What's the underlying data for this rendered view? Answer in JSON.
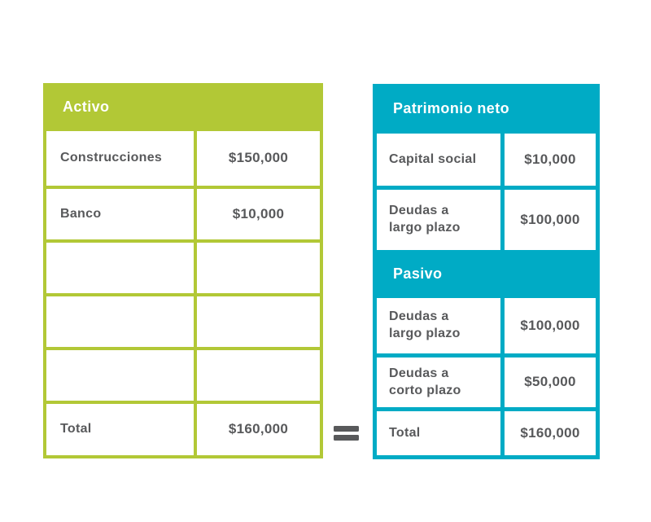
{
  "colors": {
    "green": "#b2c836",
    "blue": "#00abc5",
    "text_gray": "#58595b",
    "header_text": "#ffffff",
    "background": "#ffffff"
  },
  "activo_table": {
    "header": "Activo",
    "rows": [
      {
        "label": "Construcciones",
        "value": "$150,000"
      },
      {
        "label": "Banco",
        "value": "$10,000"
      },
      {
        "label": "",
        "value": ""
      },
      {
        "label": "",
        "value": ""
      },
      {
        "label": "",
        "value": ""
      },
      {
        "label": "Total",
        "value": "$160,000"
      }
    ]
  },
  "equals_sign": "=",
  "right_table": {
    "sections": [
      {
        "header": "Patrimonio neto",
        "rows": [
          {
            "label": "Capital social",
            "value": "$10,000"
          },
          {
            "label": "Deudas a\nlargo plazo",
            "value": "$100,000"
          }
        ]
      },
      {
        "header": "Pasivo",
        "rows": [
          {
            "label": "Deudas a\nlargo plazo",
            "value": "$100,000"
          },
          {
            "label": "Deudas a\ncorto plazo",
            "value": "$50,000"
          }
        ]
      }
    ],
    "total_row": {
      "label": "Total",
      "value": "$160,000"
    }
  }
}
